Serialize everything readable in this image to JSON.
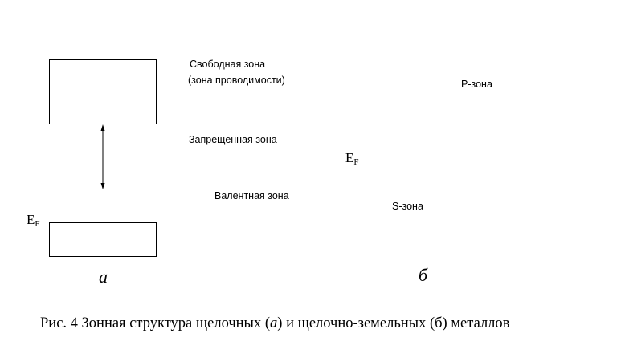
{
  "diagram_a": {
    "conduction_band_label": "Свободная зона",
    "conduction_band_sublabel": "(зона проводимости)",
    "forbidden_gap_label": "Запрещенная зона",
    "valence_band_label": "Валентная зона",
    "fermi_label": "E",
    "fermi_subscript": "F",
    "panel_label": "а"
  },
  "diagram_b": {
    "p_band_label": "P-зона",
    "s_band_label": "S-зона",
    "fermi_label": "E",
    "fermi_subscript": "F",
    "panel_label": "б"
  },
  "caption": {
    "prefix": "Рис. 4  Зонная структура  щелочных (",
    "mark_a": "а",
    "middle": ") и щелочно-земельных  (б) металлов"
  }
}
